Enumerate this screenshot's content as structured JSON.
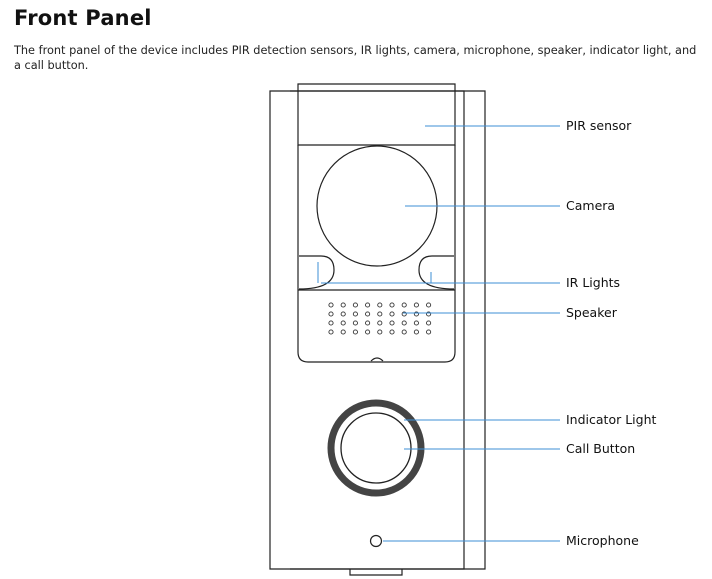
{
  "page": {
    "title": "Front Panel",
    "intro": "The front panel of the device includes PIR detection sensors, IR lights, camera, microphone, speaker, indicator light, and a call button."
  },
  "diagram": {
    "callout_color": "#3d8fd6",
    "labels": [
      {
        "id": "pir-sensor",
        "text": "PIR sensor"
      },
      {
        "id": "camera",
        "text": "Camera"
      },
      {
        "id": "ir-lights",
        "text": "IR Lights"
      },
      {
        "id": "speaker",
        "text": "Speaker"
      },
      {
        "id": "indicator-light",
        "text": "Indicator Light"
      },
      {
        "id": "call-button",
        "text": "Call Button"
      },
      {
        "id": "microphone",
        "text": "Microphone"
      }
    ]
  }
}
